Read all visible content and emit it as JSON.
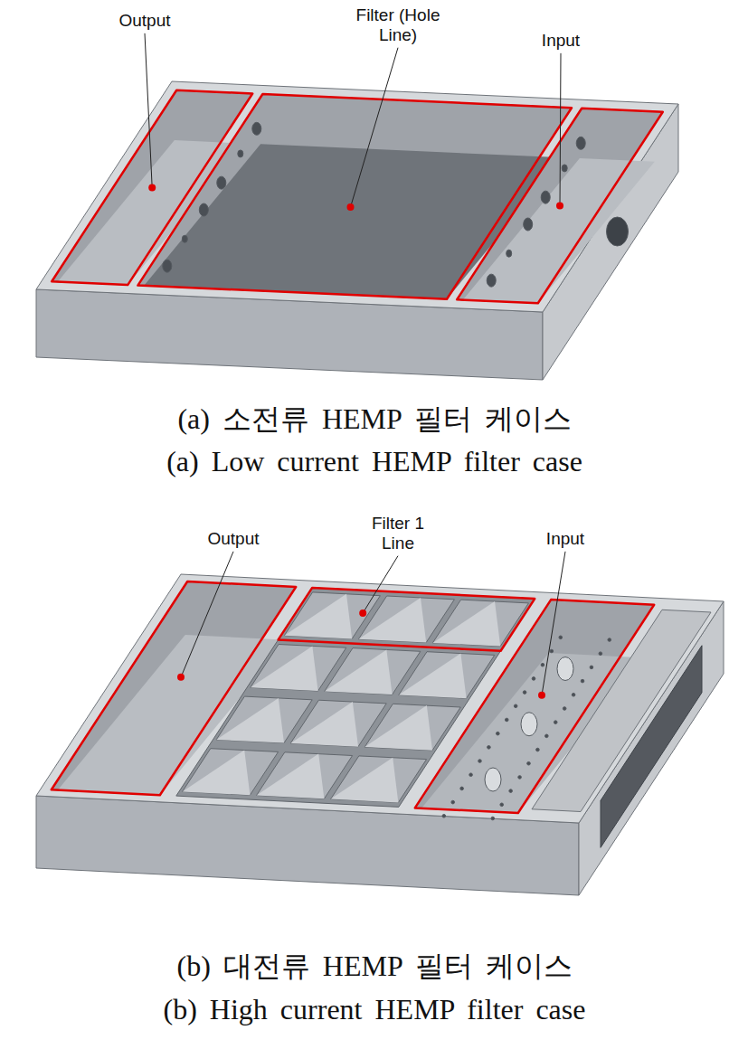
{
  "diagram": {
    "labels": [
      "Output",
      "Filter (Hole Line)",
      "Input",
      "(a) 소전류 HEMP 필터 케이스",
      "(a) Low current HEMP filter case",
      "Output",
      "Filter 1 Line",
      "Input",
      "(b) 대전류 HEMP 필터 케이스",
      "(b) High current HEMP filter case"
    ]
  }
}
